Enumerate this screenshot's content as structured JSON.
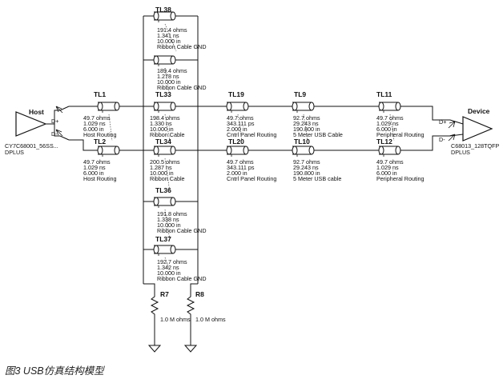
{
  "caption": "图3 USB仿真结构模型",
  "host": {
    "title": "Host",
    "part": "CY7C68001_56SS...",
    "model": "DPLUS",
    "pin_plus": "D+",
    "pin_minus": "D-"
  },
  "device": {
    "title": "Device",
    "part": "C68013_128TQFP",
    "model": "DPLUS",
    "pin_plus": "D+",
    "pin_minus": "D-"
  },
  "lines": [
    {
      "id": "TL1",
      "name": "TL1",
      "l1": "49.7 ohms",
      "l2": "1.029 ns",
      "l3": "6.000 in",
      "l4": "Host Routing"
    },
    {
      "id": "TL2",
      "name": "TL2",
      "l1": "49.7 ohms",
      "l2": "1.029 ns",
      "l3": "6.000 in",
      "l4": "Host Routing"
    },
    {
      "id": "TL33",
      "name": "TL33",
      "l1": "198.4 ohms",
      "l2": "1.330 ns",
      "l3": "10.000 in",
      "l4": "Ribbon Cable"
    },
    {
      "id": "TL34",
      "name": "TL34",
      "l1": "200.5 ohms",
      "l2": "1.287 ns",
      "l3": "10.000 in",
      "l4": "Ribbon Cable"
    },
    {
      "id": "TL38",
      "name": "TL38",
      "l1": "191.4 ohms",
      "l2": "1.341 ns",
      "l3": "10.000 in",
      "l4": "Ribbon Cable GND"
    },
    {
      "id": "TL35",
      "name": "",
      "l1": "189.4 ohms",
      "l2": "1.278 ns",
      "l3": "10.000 in",
      "l4": "Ribbon Cable GND"
    },
    {
      "id": "TL36",
      "name": "TL36",
      "l1": "191.8 ohms",
      "l2": "1.338 ns",
      "l3": "10.000 in",
      "l4": "Ribbon Cable GND"
    },
    {
      "id": "TL37",
      "name": "TL37",
      "l1": "192.7 ohms",
      "l2": "1.342 ns",
      "l3": "10.000 in",
      "l4": "Ribbon Cable GND"
    },
    {
      "id": "TL19",
      "name": "TL19",
      "l1": "49.7 ohms",
      "l2": "343.111 ps",
      "l3": "2.000 in",
      "l4": "Cntrl Panel Routing"
    },
    {
      "id": "TL20",
      "name": "TL20",
      "l1": "49.7 ohms",
      "l2": "343.111 ps",
      "l3": "2.000 in",
      "l4": "Cntrl Panel Routing"
    },
    {
      "id": "TL9",
      "name": "TL9",
      "l1": "92.7 ohms",
      "l2": "29.243 ns",
      "l3": "190.800 in",
      "l4": "5 Meter USB Cable"
    },
    {
      "id": "TL10",
      "name": "TL10",
      "l1": "92.7 ohms",
      "l2": "29.243 ns",
      "l3": "190.800 in",
      "l4": "5 Meter USB cable"
    },
    {
      "id": "TL11",
      "name": "TL11",
      "l1": "49.7 ohms",
      "l2": "1.029 ns",
      "l3": "6.000 in",
      "l4": "Peripheral Routing"
    },
    {
      "id": "TL12",
      "name": "TL12",
      "l1": "49.7 ohms",
      "l2": "1.029 ns",
      "l3": "6.000 in",
      "l4": "Peripheral Routing"
    }
  ],
  "resistors": [
    {
      "id": "R7",
      "name": "R7",
      "value": "1.0 M ohms"
    },
    {
      "id": "R8",
      "name": "R8",
      "value": "1.0 M ohms"
    }
  ]
}
